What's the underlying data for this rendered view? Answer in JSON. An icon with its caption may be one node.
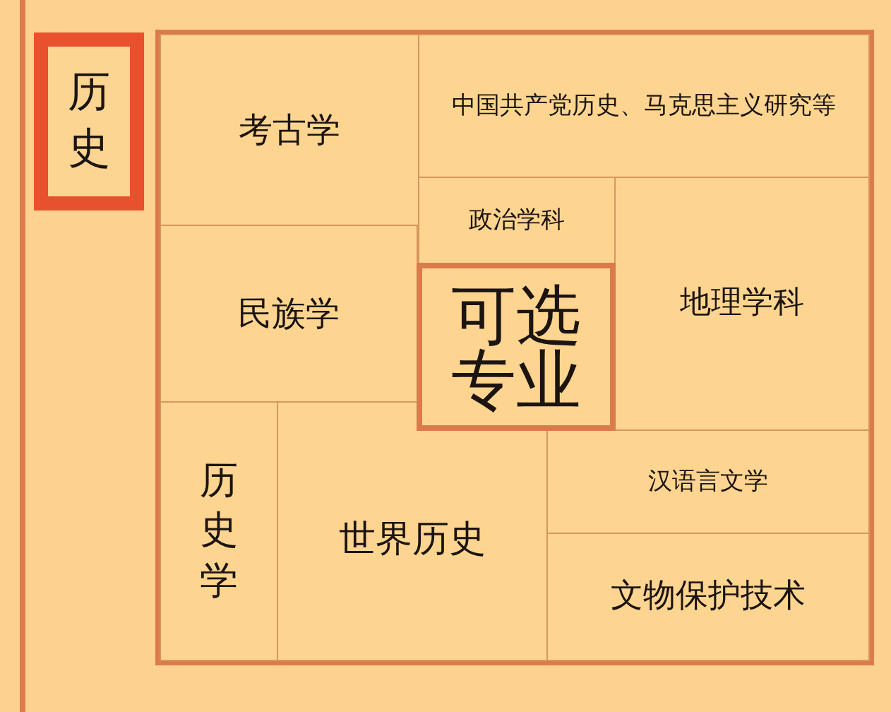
{
  "diagram": {
    "nodes": [
      {
        "text": [
          "历史"
        ]
      },
      {
        "text": [],
        "shape": "box"
      },
      {
        "text": [
          "考古学"
        ],
        "in": 1
      },
      {
        "text": [
          "中国共产党历史、马克思主义研究等"
        ],
        "in": 1
      },
      {
        "text": [
          "政治学科"
        ],
        "in": 1
      },
      {
        "text": [
          "民族学"
        ],
        "in": 1
      },
      {
        "text": [
          "可选专业"
        ],
        "in": 1
      },
      {
        "text": [
          "地理学科"
        ],
        "in": 1
      },
      {
        "text": [
          "历史学"
        ],
        "in": 1
      },
      {
        "text": [
          "世界历史"
        ],
        "in": 1
      },
      {
        "text": [
          "汉语言文学"
        ],
        "in": 1
      },
      {
        "text": [
          "文物保护技术"
        ],
        "in": 1
      }
    ]
  }
}
